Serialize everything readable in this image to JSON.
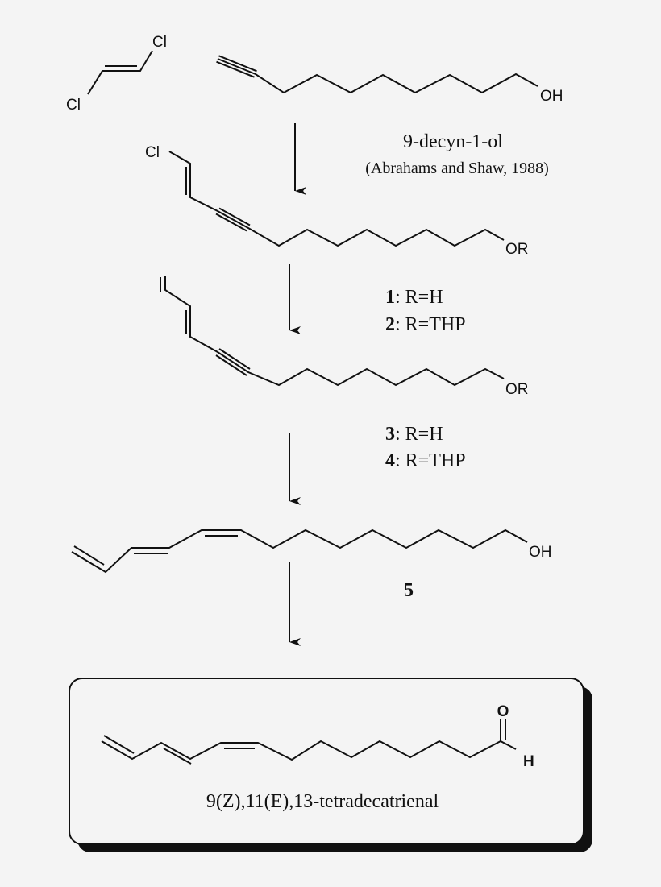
{
  "atoms": {
    "cl": "Cl",
    "oh": "OH",
    "or": "OR",
    "o": "O",
    "h": "H"
  },
  "starting_material": {
    "name": "9-decyn-1-ol",
    "reference": "(Abrahams and Shaw, 1988)"
  },
  "compounds_1_2": {
    "label_1_num": "1",
    "label_1_text": ": R=H",
    "label_2_num": "2",
    "label_2_text": ": R=THP"
  },
  "compounds_3_4": {
    "label_3_num": "3",
    "label_3_text": ": R=H",
    "label_4_num": "4",
    "label_4_text": ": R=THP"
  },
  "compound_5": {
    "label": "5"
  },
  "product": {
    "name": "9(Z),11(E),13-tetradecatrienal"
  }
}
